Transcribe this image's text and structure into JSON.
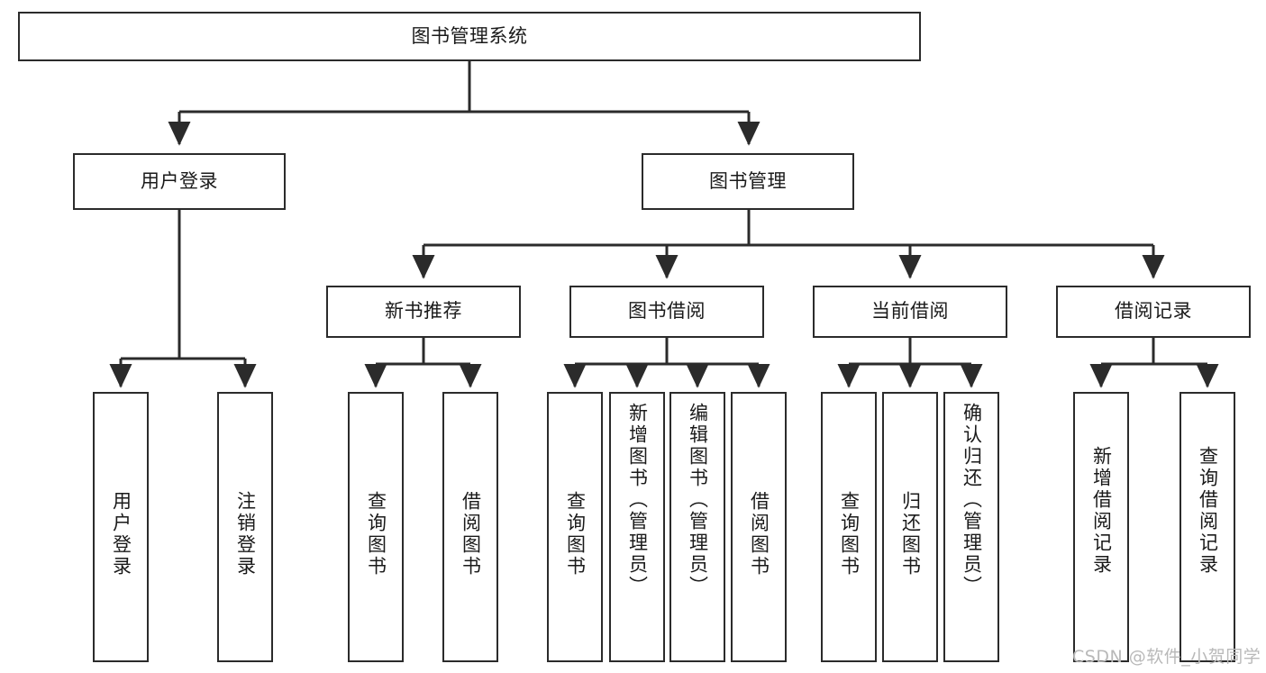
{
  "diagram": {
    "title": "图书管理系统",
    "type": "hierarchy-tree",
    "root": {
      "id": "root",
      "label": "图书管理系统",
      "orientation": "horizontal"
    },
    "level2": [
      {
        "id": "user-login",
        "label": "用户登录",
        "orientation": "horizontal"
      },
      {
        "id": "book-management",
        "label": "图书管理",
        "orientation": "horizontal"
      }
    ],
    "level3": [
      {
        "id": "new-book-recommend",
        "label": "新书推荐",
        "orientation": "horizontal",
        "parent": "book-management"
      },
      {
        "id": "book-borrow",
        "label": "图书借阅",
        "orientation": "horizontal",
        "parent": "book-management"
      },
      {
        "id": "current-borrow",
        "label": "当前借阅",
        "orientation": "horizontal",
        "parent": "book-management"
      },
      {
        "id": "borrow-record",
        "label": "借阅记录",
        "orientation": "horizontal",
        "parent": "book-management"
      }
    ],
    "leaves": [
      {
        "id": "leaf-user-login",
        "label": "用户登录",
        "orientation": "vertical",
        "parent": "user-login"
      },
      {
        "id": "leaf-user-logout",
        "label": "注销登录",
        "orientation": "vertical",
        "parent": "user-login"
      },
      {
        "id": "leaf-query-book-1",
        "label": "查询图书",
        "orientation": "vertical",
        "parent": "new-book-recommend"
      },
      {
        "id": "leaf-borrow-book-1",
        "label": "借阅图书",
        "orientation": "vertical",
        "parent": "new-book-recommend"
      },
      {
        "id": "leaf-query-book-2",
        "label": "查询图书",
        "orientation": "vertical",
        "parent": "book-borrow"
      },
      {
        "id": "leaf-add-book",
        "label": "新增图书（管理员）",
        "orientation": "vertical",
        "parent": "book-borrow"
      },
      {
        "id": "leaf-edit-book",
        "label": "编辑图书（管理员）",
        "orientation": "vertical",
        "parent": "book-borrow"
      },
      {
        "id": "leaf-borrow-book-2",
        "label": "借阅图书",
        "orientation": "vertical",
        "parent": "book-borrow"
      },
      {
        "id": "leaf-query-book-3",
        "label": "查询图书",
        "orientation": "vertical",
        "parent": "current-borrow"
      },
      {
        "id": "leaf-return-book",
        "label": "归还图书",
        "orientation": "vertical",
        "parent": "current-borrow"
      },
      {
        "id": "leaf-confirm-return",
        "label": "确认归还（管理员）",
        "orientation": "vertical",
        "parent": "current-borrow"
      },
      {
        "id": "leaf-add-record",
        "label": "新增借阅记录",
        "orientation": "vertical",
        "parent": "borrow-record"
      },
      {
        "id": "leaf-query-record",
        "label": "查询借阅记录",
        "orientation": "vertical",
        "parent": "borrow-record"
      }
    ]
  },
  "watermark": {
    "text": "CSDN @软件_小贺同学"
  },
  "colors": {
    "stroke": "#2b2b2b",
    "fill": "#ffffff",
    "text": "#1a1a1a",
    "watermark": "#b9b9b9"
  }
}
